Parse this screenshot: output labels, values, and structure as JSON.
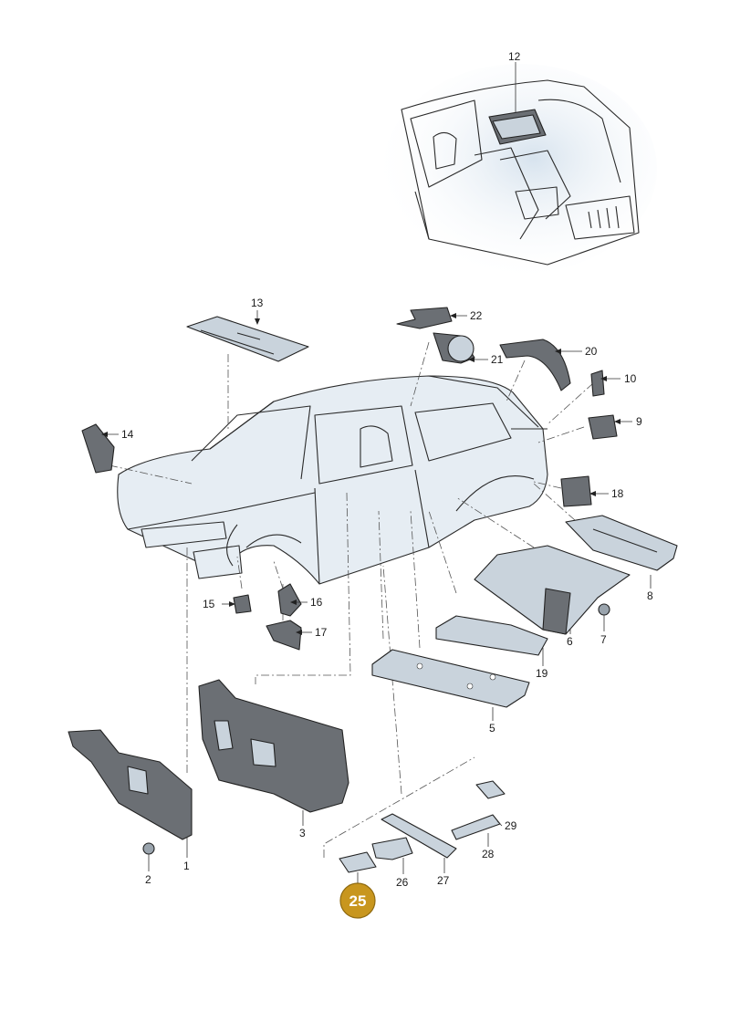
{
  "badge": {
    "label": "25",
    "color": "#c8961e"
  },
  "colors": {
    "part_fill": "#c9d3dc",
    "part_dark": "#6b6f74",
    "body_fill": "#e6edf3",
    "interior_glow": "#d7e3ee"
  },
  "callouts": [
    {
      "id": "1",
      "label": "1"
    },
    {
      "id": "2",
      "label": "2"
    },
    {
      "id": "3",
      "label": "3"
    },
    {
      "id": "5",
      "label": "5"
    },
    {
      "id": "6",
      "label": "6"
    },
    {
      "id": "7",
      "label": "7"
    },
    {
      "id": "8",
      "label": "8"
    },
    {
      "id": "9",
      "label": "9"
    },
    {
      "id": "10",
      "label": "10"
    },
    {
      "id": "12",
      "label": "12"
    },
    {
      "id": "13",
      "label": "13"
    },
    {
      "id": "14",
      "label": "14"
    },
    {
      "id": "15",
      "label": "15"
    },
    {
      "id": "16",
      "label": "16"
    },
    {
      "id": "17",
      "label": "17"
    },
    {
      "id": "18",
      "label": "18"
    },
    {
      "id": "19",
      "label": "19"
    },
    {
      "id": "20",
      "label": "20"
    },
    {
      "id": "21",
      "label": "21"
    },
    {
      "id": "22",
      "label": "22"
    },
    {
      "id": "26",
      "label": "26"
    },
    {
      "id": "27",
      "label": "27"
    },
    {
      "id": "28",
      "label": "28"
    },
    {
      "id": "29",
      "label": "29"
    }
  ]
}
